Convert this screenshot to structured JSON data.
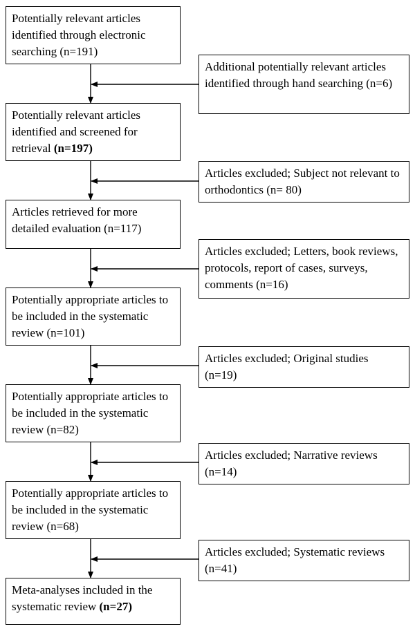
{
  "main_flow": [
    {
      "text": "Potentially relevant articles identified through electronic searching (n=191)",
      "bold": ""
    },
    {
      "text": "Potentially relevant articles identified and screened for retrieval ",
      "bold": "(n=197)"
    },
    {
      "text": "Articles retrieved for more detailed evaluation (n=117)",
      "bold": ""
    },
    {
      "text": "Potentially appropriate articles to be included in the systematic review (n=101)",
      "bold": ""
    },
    {
      "text": "Potentially appropriate articles to be included in the systematic review (n=82)",
      "bold": ""
    },
    {
      "text": "Potentially appropriate articles to be included in the systematic review (n=68)",
      "bold": ""
    },
    {
      "text": "Meta-analyses included in the systematic review ",
      "bold": "(n=27)"
    }
  ],
  "side_boxes": [
    {
      "text": "Additional potentially relevant articles identified through hand searching (n=6)"
    },
    {
      "text": "Articles excluded; Subject not relevant to orthodontics (n= 80)"
    },
    {
      "text": "Articles excluded; Letters, book reviews, protocols, report of cases, surveys, comments (n=16)"
    },
    {
      "text": "Articles excluded; Original studies (n=19)"
    },
    {
      "text": "Articles excluded; Narrative reviews (n=14)"
    },
    {
      "text": "Articles excluded; Systematic reviews (n=41)"
    }
  ]
}
